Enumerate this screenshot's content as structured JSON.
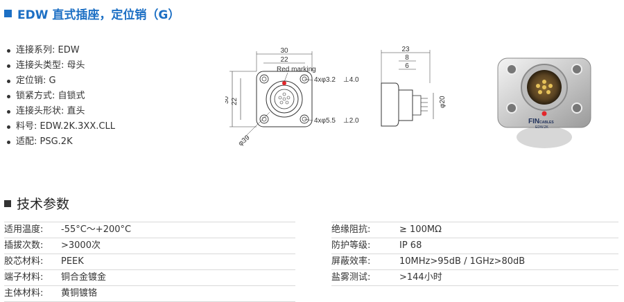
{
  "heading": "EDW 直式插座，定位销（G）",
  "specs": [
    "连接系列: EDW",
    "连接头类型: 母头",
    "定位销: G",
    "锁紧方式: 自锁式",
    "连接头形状: 直头",
    "料号: EDW.2K.3XX.CLL",
    "适配: PSG.2K"
  ],
  "drawing": {
    "front": {
      "dim_30_top": "30",
      "dim_22_top": "22",
      "dim_30_side": "30",
      "dim_22_side": "22",
      "red_marking": "Red marking",
      "hole_small": "4xφ3.2",
      "hole_small_depth": "⊥4.0",
      "hole_big": "4xφ5.5",
      "hole_big_depth": "⊥2.0",
      "diameter": "φ39"
    },
    "side": {
      "dim_23": "23",
      "dim_8": "8",
      "dim_6": "6",
      "dim_d20": "φ20"
    }
  },
  "photo": {
    "brand_left": "FIN",
    "brand_right": "CABLES",
    "model": "EDW.2K"
  },
  "tech_title": "技术参数",
  "params_left": [
    {
      "k": "适用温度:",
      "v": "-55°C～+200°C"
    },
    {
      "k": "插拔次数:",
      "v": ">3000次"
    },
    {
      "k": "胶芯材料:",
      "v": "PEEK"
    },
    {
      "k": "端子材料:",
      "v": "铜合金镀金"
    },
    {
      "k": "主体材料:",
      "v": "黄铜镀铬"
    }
  ],
  "params_right": [
    {
      "k": "绝缘阻抗:",
      "v": "≥ 100MΩ"
    },
    {
      "k": "防护等级:",
      "v": "IP 68"
    },
    {
      "k": "屏蔽效率:",
      "v": "10MHz>95dB / 1GHz>80dB"
    },
    {
      "k": "盐雾测试:",
      "v": ">144小时"
    }
  ],
  "colors": {
    "accent": "#1c6fc4",
    "marker": "#e3262a"
  }
}
